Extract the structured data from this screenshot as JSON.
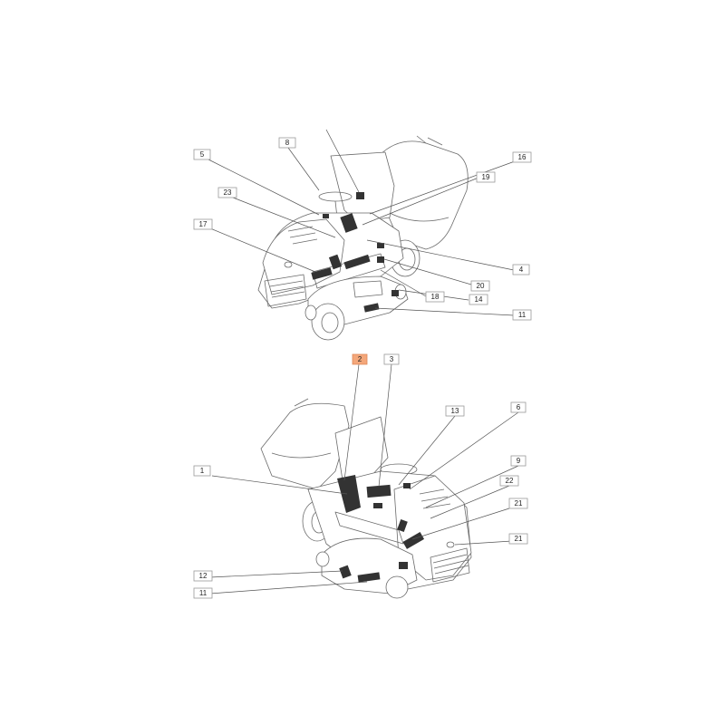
{
  "diagram": {
    "highlight_color": "#f4a77a",
    "top_view": {
      "callouts": [
        "8",
        "5",
        "16",
        "19",
        "23",
        "17",
        "4",
        "20",
        "18",
        "14",
        "11"
      ]
    },
    "bottom_view": {
      "callouts": [
        "2",
        "3",
        "13",
        "6",
        "9",
        "1",
        "22",
        "21",
        "21",
        "12",
        "11"
      ],
      "highlighted": "2"
    }
  }
}
